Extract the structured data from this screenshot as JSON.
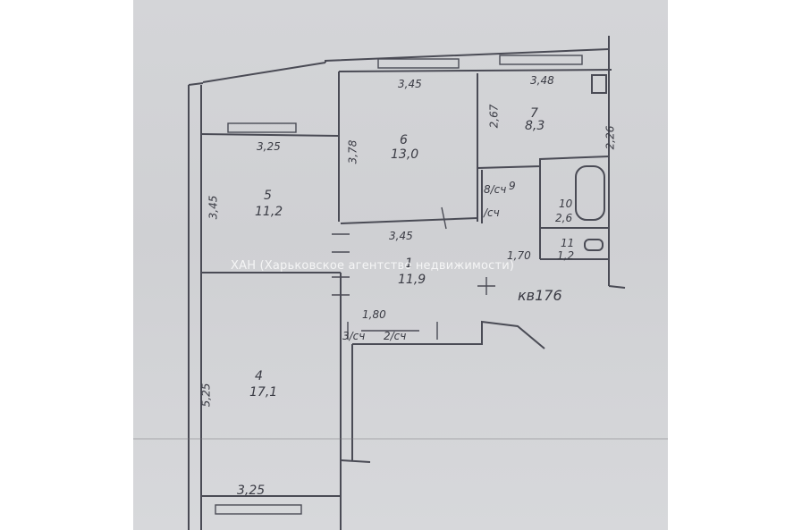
{
  "watermark": "ХАН (Харьковское агентство недвижимости)",
  "apartment_label": "кв176",
  "rooms": [
    {
      "number": "1",
      "area": "11,9"
    },
    {
      "number": "4",
      "area": "17,1"
    },
    {
      "number": "5",
      "area": "11,2"
    },
    {
      "number": "6",
      "area": "13,0"
    },
    {
      "number": "7",
      "area": "8,3"
    },
    {
      "number": "8/сч",
      "area": ""
    },
    {
      "number": "9",
      "area": "/сч"
    },
    {
      "number": "10",
      "area": "2,6"
    },
    {
      "number": "11",
      "area": "1,2"
    }
  ],
  "closets": [
    "3/сч",
    "2/сч"
  ],
  "dimensions": {
    "room6_top": "3,45",
    "room7_top": "3,48",
    "room5_top": "3,25",
    "room5_side": "3,45",
    "room6_side": "3,78",
    "room7_left": "2,67",
    "room7_right": "2,26",
    "corridor_a": "3,45",
    "corridor_b": "1,70",
    "hall": "1,80",
    "room4_side": "5,25",
    "room4_bottom": "3,25"
  },
  "colors": {
    "paper": "#d2d3d6",
    "ink": "#3a3b44",
    "watermark": "#ffffff"
  }
}
